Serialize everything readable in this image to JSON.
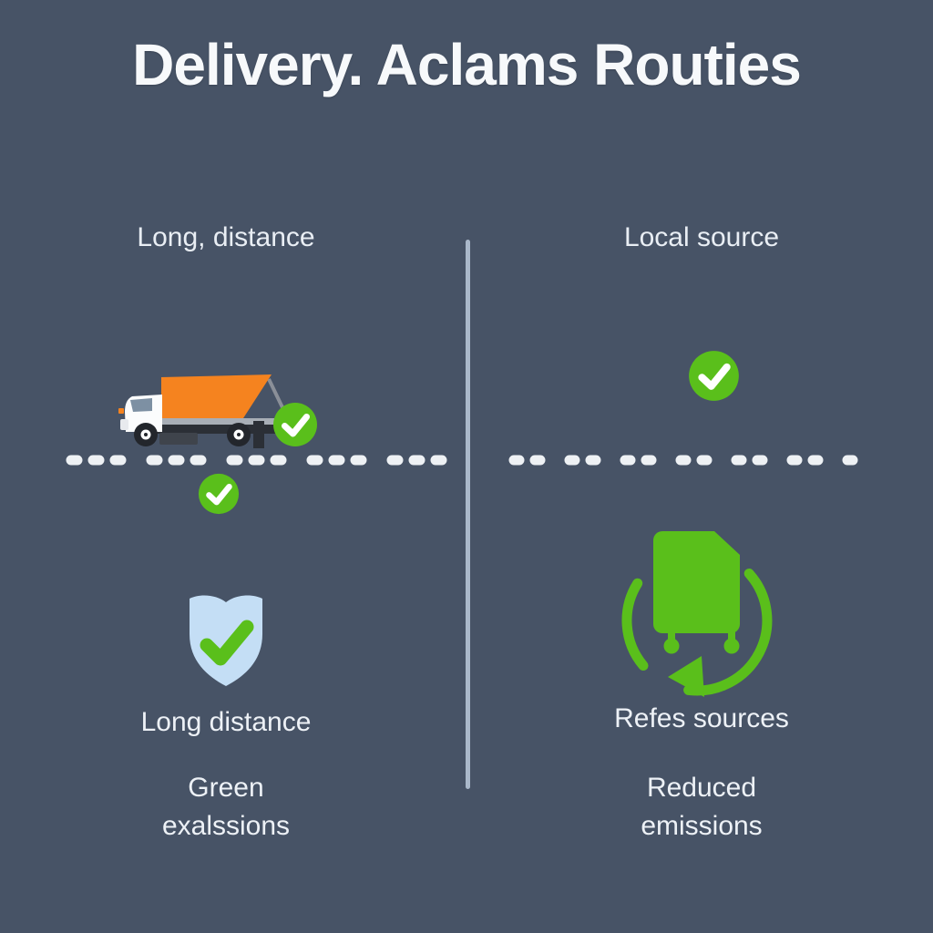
{
  "title": "Delivery. Aclams Routies",
  "colors": {
    "background": "#475366",
    "green": "#5abf1b",
    "green_dark": "#4ea812",
    "orange": "#f5831f",
    "shield_blue": "#c4def5",
    "divider": "#aab8ca",
    "dash_white": "#eef1f4",
    "text": "#eef2f6",
    "truck_white": "#fbfcfd",
    "truck_chassis": "#2b2f36",
    "truck_bed": "#a8aeb6",
    "check_white": "#ffffff"
  },
  "columns": {
    "left": {
      "header": "Long, distance",
      "icons": [
        "truck-icon",
        "check-circle-icon",
        "check-circle-icon",
        "shield-check-icon"
      ],
      "caption": "Long distance",
      "sub_caption": {
        "line1": "Green",
        "line2": "exalssions"
      }
    },
    "right": {
      "header": "Local source",
      "icons": [
        "check-circle-icon",
        "recycle-package-icon"
      ],
      "caption": "Refes sources",
      "sub_caption": {
        "line1": "Reduced",
        "line2": "emissions"
      }
    }
  }
}
